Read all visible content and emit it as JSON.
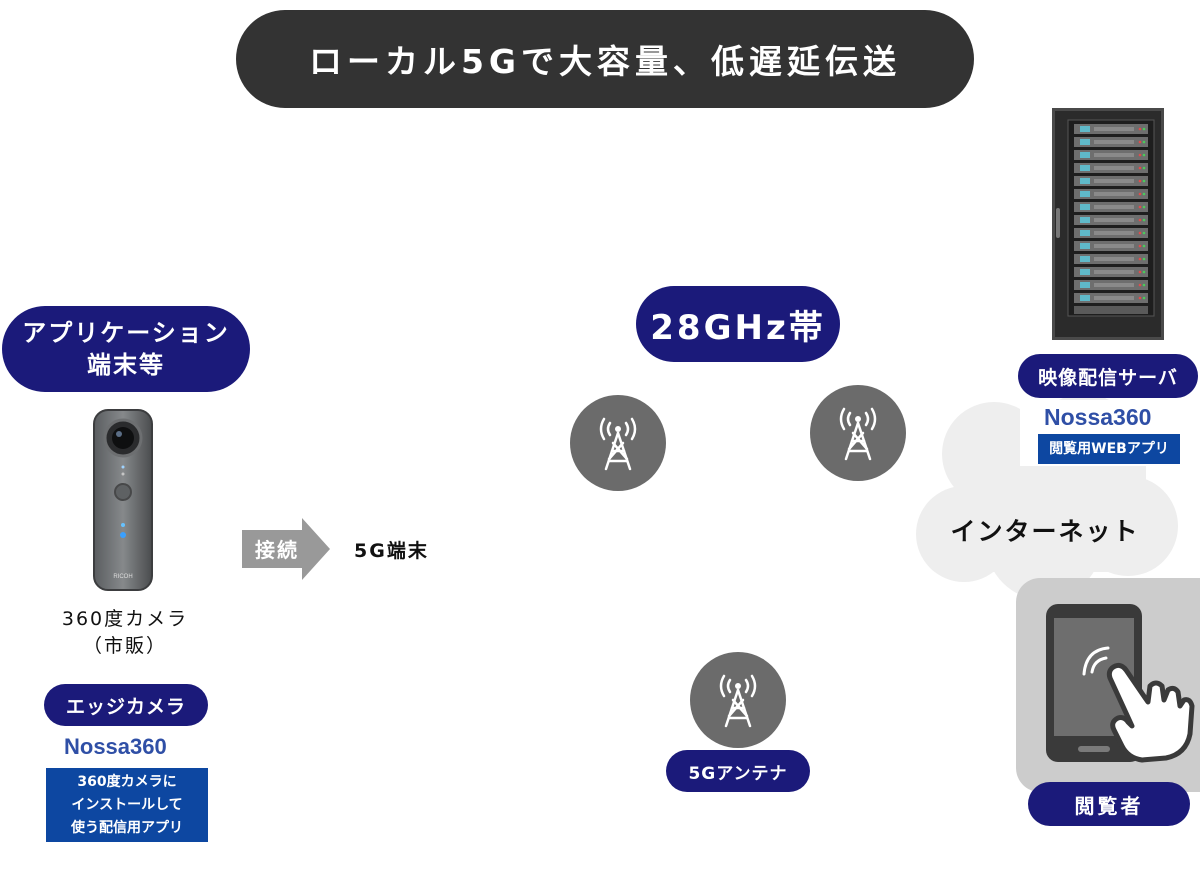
{
  "title": "ローカル5Gで大容量、低遅延伝送",
  "app_terminal": {
    "line1": "アプリケーション",
    "line2": "端末等"
  },
  "camera": {
    "brand": "RICOH",
    "line1": "360度カメラ",
    "line2": "（市販）"
  },
  "edge_camera": "エッジカメラ",
  "logo_left": "Nossa360",
  "app_desc": [
    "360度カメラに",
    "インストールして",
    "使う配信用アプリ"
  ],
  "connect": "接続",
  "terminal_5g": "5G端末",
  "band": "28GHz帯",
  "antenna_label": "5Gアンテナ",
  "server_label": "映像配信サーバ",
  "logo_right": "Nossa360",
  "web_app": "閲覧用WEBアプリ",
  "internet": "インターネット",
  "viewer": "閲覧者",
  "colors": {
    "navy": "#1b1a7a",
    "title_bg": "#333333",
    "logo": "#2f4fa6",
    "app_box": "#0d47a1"
  }
}
